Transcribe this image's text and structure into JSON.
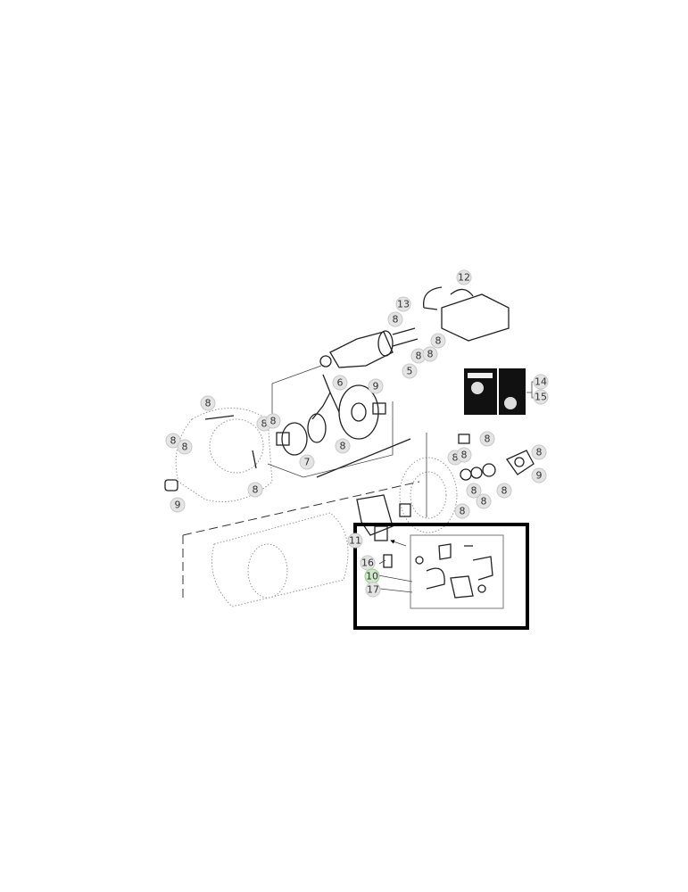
{
  "diagram": {
    "callouts": [
      {
        "label": "12"
      },
      {
        "label": "13"
      },
      {
        "label": "8"
      },
      {
        "label": "8"
      },
      {
        "label": "8"
      },
      {
        "label": "8"
      },
      {
        "label": "5"
      },
      {
        "label": "6"
      },
      {
        "label": "9"
      },
      {
        "label": "14"
      },
      {
        "label": "15"
      },
      {
        "label": "8"
      },
      {
        "label": "8"
      },
      {
        "label": "8"
      },
      {
        "label": "8"
      },
      {
        "label": "8"
      },
      {
        "label": "8"
      },
      {
        "label": "7"
      },
      {
        "label": "8"
      },
      {
        "label": "9"
      },
      {
        "label": "8"
      },
      {
        "label": "8"
      },
      {
        "label": "8"
      },
      {
        "label": "8"
      },
      {
        "label": "9"
      },
      {
        "label": "8"
      },
      {
        "label": "8"
      },
      {
        "label": "8"
      },
      {
        "label": "8"
      },
      {
        "label": "11"
      },
      {
        "label": "16"
      },
      {
        "label": "10",
        "highlighted": true
      },
      {
        "label": "17"
      }
    ],
    "highlight_color": "#cfe8c9",
    "frame_color": "#000000"
  }
}
